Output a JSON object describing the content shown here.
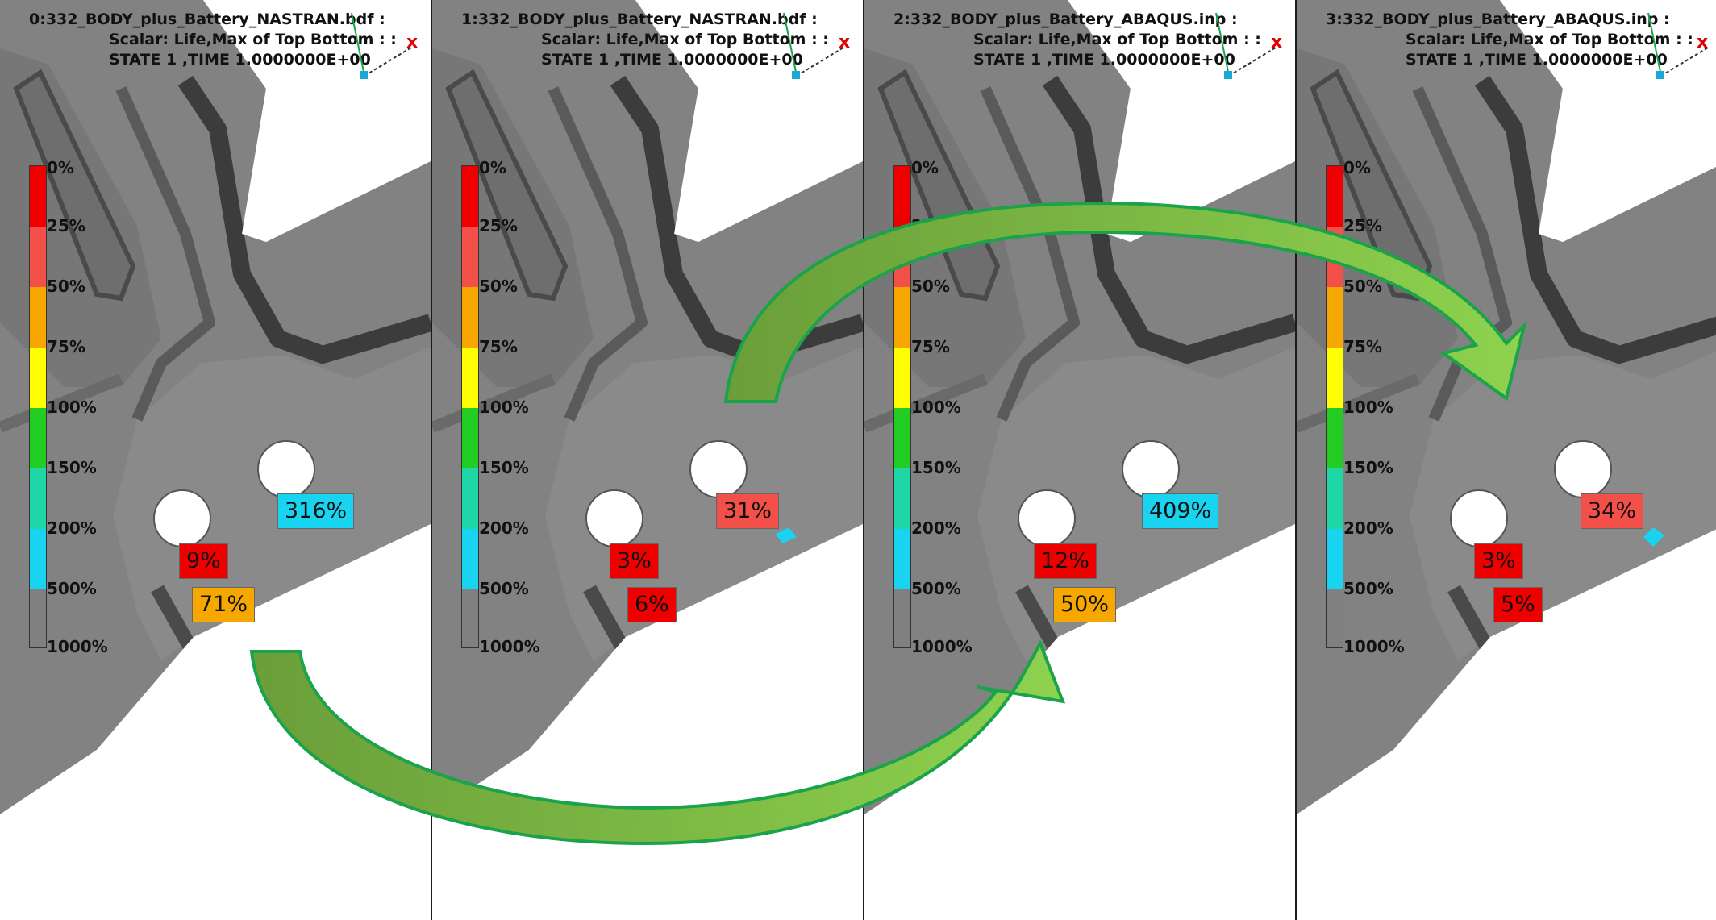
{
  "colors": {
    "background": "#ffffff",
    "part_gray": "#808080",
    "part_dark": "#3c3c3c",
    "arrow_green": "#7ac943",
    "arrow_border": "#1aa34a"
  },
  "legend": {
    "labels": [
      "0%",
      "25%",
      "50%",
      "75%",
      "100%",
      "150%",
      "200%",
      "500%",
      "1000%"
    ],
    "bands": [
      "#ee0000",
      "#f4504a",
      "#f7a800",
      "#ffff00",
      "#22cc22",
      "#1fd7a6",
      "#19d4f0",
      "#808080"
    ]
  },
  "viewports": [
    {
      "title": "0:332_BODY_plus_Battery_NASTRAN.bdf  :",
      "scalar": "Scalar: Life,Max of Top Bottom :  :",
      "state": "STATE 1        ,TIME 1.0000000E+00",
      "close_label": "x",
      "tags": [
        {
          "text": "316%",
          "color": "#19d4f0"
        },
        {
          "text": "9%",
          "color": "#ee0000"
        },
        {
          "text": "71%",
          "color": "#f7a800"
        }
      ]
    },
    {
      "title": "1:332_BODY_plus_Battery_NASTRAN.bdf  :",
      "scalar": "Scalar: Life,Max of Top Bottom :  :",
      "state": "STATE 1        ,TIME 1.0000000E+00",
      "close_label": "x",
      "tags": [
        {
          "text": "31%",
          "color": "#f4504a"
        },
        {
          "text": "3%",
          "color": "#ee0000"
        },
        {
          "text": "6%",
          "color": "#ee0000"
        }
      ]
    },
    {
      "title": "2:332_BODY_plus_Battery_ABAQUS.inp  :",
      "scalar": "Scalar: Life,Max of Top Bottom :  :",
      "state": "STATE 1        ,TIME 1.0000000E+00",
      "close_label": "x",
      "tags": [
        {
          "text": "409%",
          "color": "#19d4f0"
        },
        {
          "text": "12%",
          "color": "#ee0000"
        },
        {
          "text": "50%",
          "color": "#f7a800"
        }
      ]
    },
    {
      "title": "3:332_BODY_plus_Battery_ABAQUS.inp  :",
      "scalar": "Scalar: Life,Max of Top Bottom :  :",
      "state": "STATE 1        ,TIME 1.0000000E+00",
      "close_label": "x",
      "tags": [
        {
          "text": "34%",
          "color": "#f4504a"
        },
        {
          "text": "3%",
          "color": "#ee0000"
        },
        {
          "text": "5%",
          "color": "#ee0000"
        }
      ]
    }
  ]
}
